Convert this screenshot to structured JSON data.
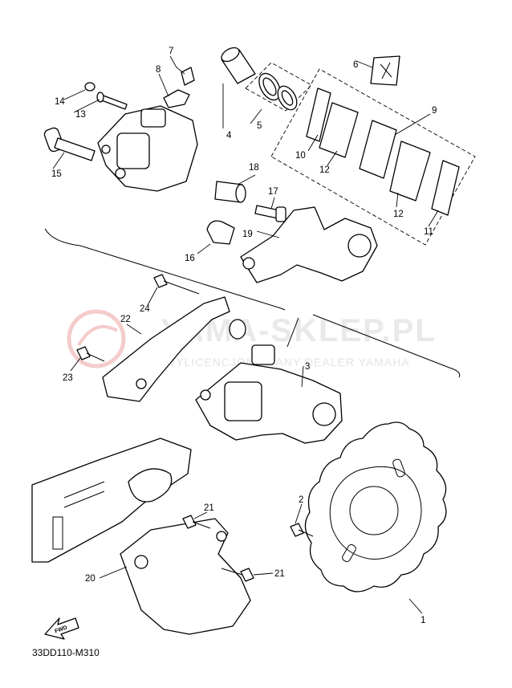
{
  "diagram": {
    "code": "33DD110-M310",
    "fwd_label": "FWD",
    "watermark": {
      "title": "YAMA-SKLEP.PL",
      "subtitle": "WYLICENCJONOWANY DEALER YAMAHA"
    },
    "callouts": [
      "1",
      "2",
      "3",
      "4",
      "5",
      "6",
      "7",
      "8",
      "9",
      "10",
      "11",
      "12",
      "12",
      "13",
      "14",
      "15",
      "16",
      "17",
      "18",
      "19",
      "20",
      "21",
      "21",
      "22",
      "23",
      "24"
    ]
  }
}
